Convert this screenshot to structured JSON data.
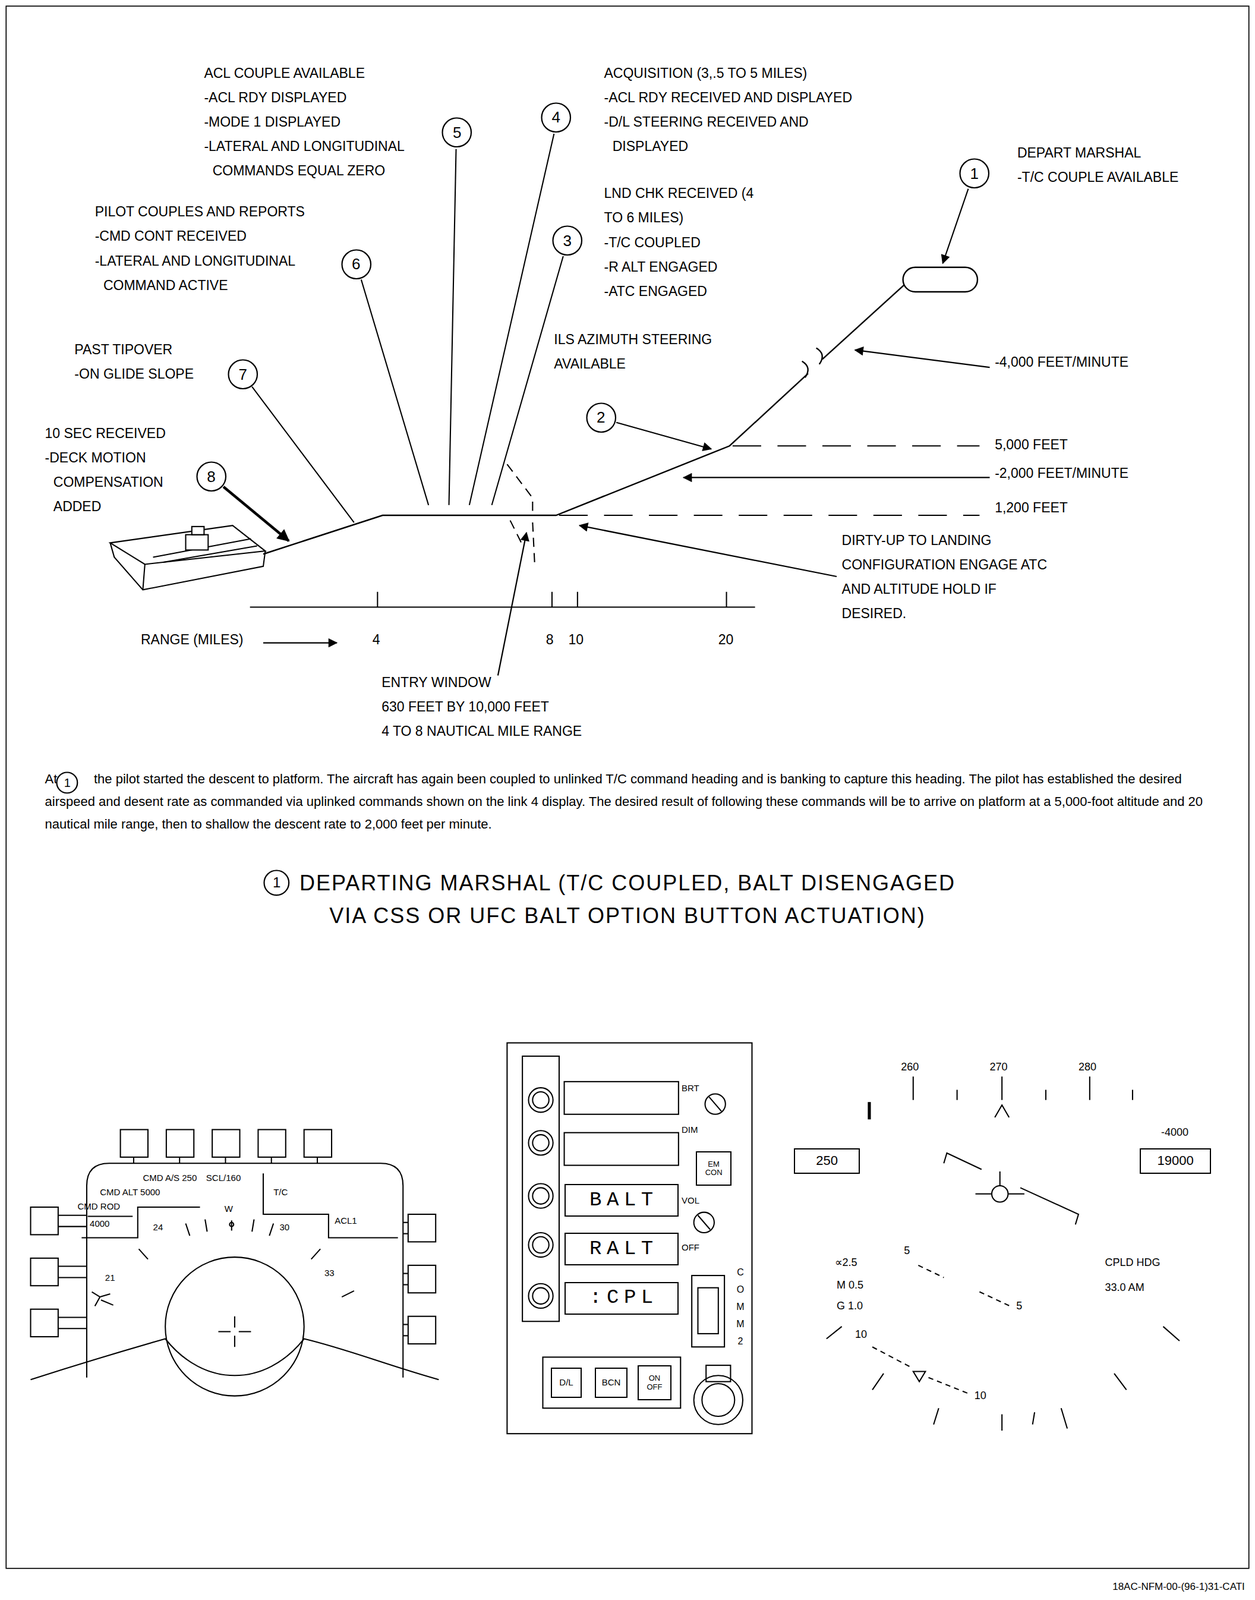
{
  "diagram": {
    "title": "DEPARTING MARSHAL (T/C COUPLED, BALT DISENGAGED VIA CSS OR UFC BALT OPTION BUTTON ACTUATION)",
    "nodes": [
      {
        "text": [
          "4"
        ]
      },
      {
        "text": [
          "5"
        ]
      },
      {
        "text": [
          "1"
        ]
      },
      {
        "text": [
          "3"
        ]
      },
      {
        "text": [
          "6"
        ]
      },
      {
        "text": [
          "7"
        ]
      },
      {
        "text": [
          "2"
        ]
      },
      {
        "text": [
          "8"
        ]
      },
      {
        "text": [
          "1"
        ]
      },
      {
        "text": [
          "1"
        ]
      },
      {
        "text": [
          "EM CON"
        ]
      },
      {
        "text": [
          "BALT"
        ]
      },
      {
        "text": [
          "RALT"
        ]
      },
      {
        "text": [
          ":CPL"
        ]
      },
      {
        "text": [
          "D/L"
        ]
      },
      {
        "text": [
          "BCN"
        ]
      },
      {
        "text": [
          "ON OFF"
        ]
      },
      {
        "text": [
          "250"
        ]
      },
      {
        "text": [
          "19000"
        ]
      }
    ],
    "labels": [
      "ACL COUPLE AVAILABLE",
      "-ACL RDY DISPLAYED",
      "-MODE 1 DISPLAYED",
      "-LATERAL AND LONGITUDINAL COMMANDS EQUAL ZERO",
      "ACQUISITION (3,.5 TO 5 MILES)",
      "-ACL RDY RECEIVED AND DISPLAYED",
      "-D/L STEERING RECEIVED AND DISPLAYED",
      "DEPART MARSHAL",
      "-T/C COUPLE AVAILABLE",
      "LND CHK RECEIVED (4 TO 6 MILES)",
      "-T/C COUPLED",
      "-R ALT ENGAGED",
      "-ATC ENGAGED",
      "PILOT COUPLES AND REPORTS",
      "-CMD CONT RECEIVED",
      "-LATERAL AND LONGITUDINAL COMMAND ACTIVE",
      "ILS AZIMUTH STEERING AVAILABLE",
      "PAST TIPOVER",
      "-ON GLIDE SLOPE",
      "-4,000 FEET/MINUTE",
      "10 SEC RECEIVED",
      "-DECK MOTION COMPENSATION ADDED",
      "5,000 FEET",
      "-2,000 FEET/MINUTE",
      "1,200 FEET",
      "DIRTY-UP TO LANDING CONFIGURATION ENGAGE ATC AND ALTITUDE HOLD IF DESIRED.",
      "RANGE (MILES)",
      "4",
      "8",
      "10",
      "20",
      "ENTRY WINDOW",
      "630 FEET BY 10,000 FEET",
      "4 TO 8 NAUTICAL MILE RANGE",
      "At",
      "the pilot started the descent to platform. The aircraft has again been coupled to unlinked T/C command heading and is banking to capture this heading. The pilot has established the desired airspeed and desent rate as commanded via uplinked commands shown on the link 4 display. The desired result of following these commands will be to arrive on platform at a 5,000-foot altitude and 20 nautical mile range, then to shallow the descent rate to 2,000 feet per minute.",
      "CMD A/S 250",
      "CMD ALT 5000",
      "SCL/160",
      "CMD ROD",
      "T/C",
      "4000",
      "W",
      "24",
      "30",
      "ACL1",
      "21",
      "33",
      "BRT",
      "DIM",
      "VOL",
      "OFF",
      "COMM 2",
      "260",
      "270",
      "280",
      "-4000",
      "∝2.5",
      "M 0.5",
      "G 1.0",
      "CPLD HDG",
      "33.0 AM",
      "5",
      "5",
      "10",
      "10",
      "18AC-NFM-00-(96-1)31-CATI"
    ]
  }
}
